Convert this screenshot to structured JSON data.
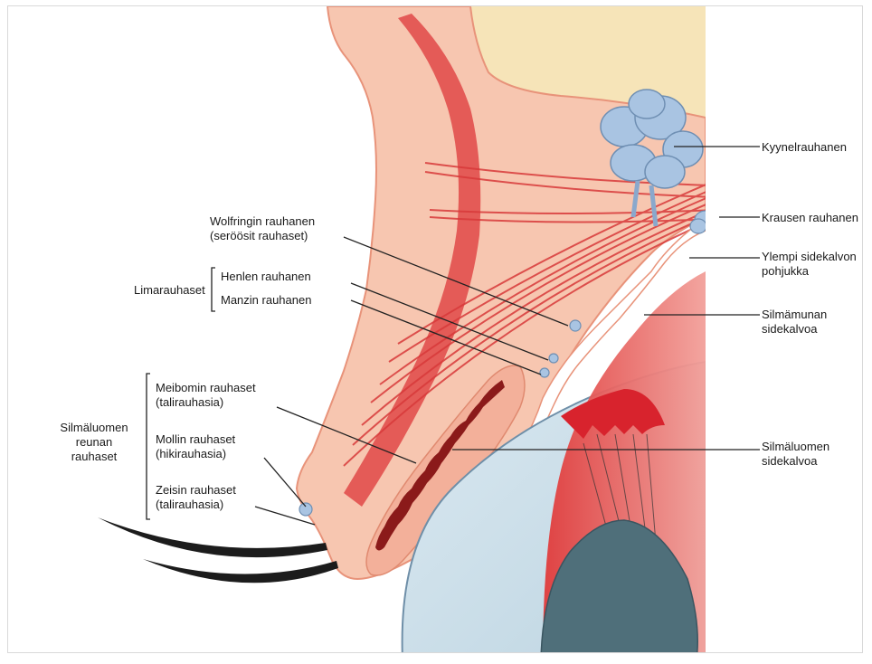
{
  "labels": {
    "kyynelrauhanen": "Kyynelrauhanen",
    "krausen": "Krausen rauhanen",
    "ylempi_line1": "Ylempi sidekalvon",
    "ylempi_line2": "pohjukka",
    "silmamunan_line1": "Silmämunan",
    "silmamunan_line2": "sidekalvoa",
    "silmaluomen_sk_line1": "Silmäluomen",
    "silmaluomen_sk_line2": "sidekalvoa",
    "wolfringin_line1": "Wolfringin rauhanen",
    "wolfringin_line2": "(seröösit rauhaset)",
    "limarauhaset": "Limarauhaset",
    "henlen": "Henlen rauhanen",
    "manzin": "Manzin rauhanen",
    "meibomin_line1": "Meibomin rauhaset",
    "meibomin_line2": "(talirauhasia)",
    "mollin_line1": "Mollin rauhaset",
    "mollin_line2": "(hikirauhasia)",
    "zeisin_line1": "Zeisin rauhaset",
    "zeisin_line2": "(talirauhasia)",
    "reunan_line1": "Silmäluomen",
    "reunan_line2": "reunan",
    "reunan_line3": "rauhaset"
  },
  "colors": {
    "skin": "#f7c6b0",
    "skin_outline": "#e8937a",
    "fat": "#f6e4b8",
    "muscle": "#e04848",
    "muscle_light": "#f08a84",
    "gland": "#a9c4e2",
    "gland_outline": "#6f8fb3",
    "eye_white": "#cfe0ea",
    "eye_inner": "#b9d3e0",
    "lens": "#4f6f7a",
    "blood": "#d8232d",
    "tarsal": "#8b1a1a",
    "lash": "#1c1c1c",
    "leader": "#222222"
  }
}
